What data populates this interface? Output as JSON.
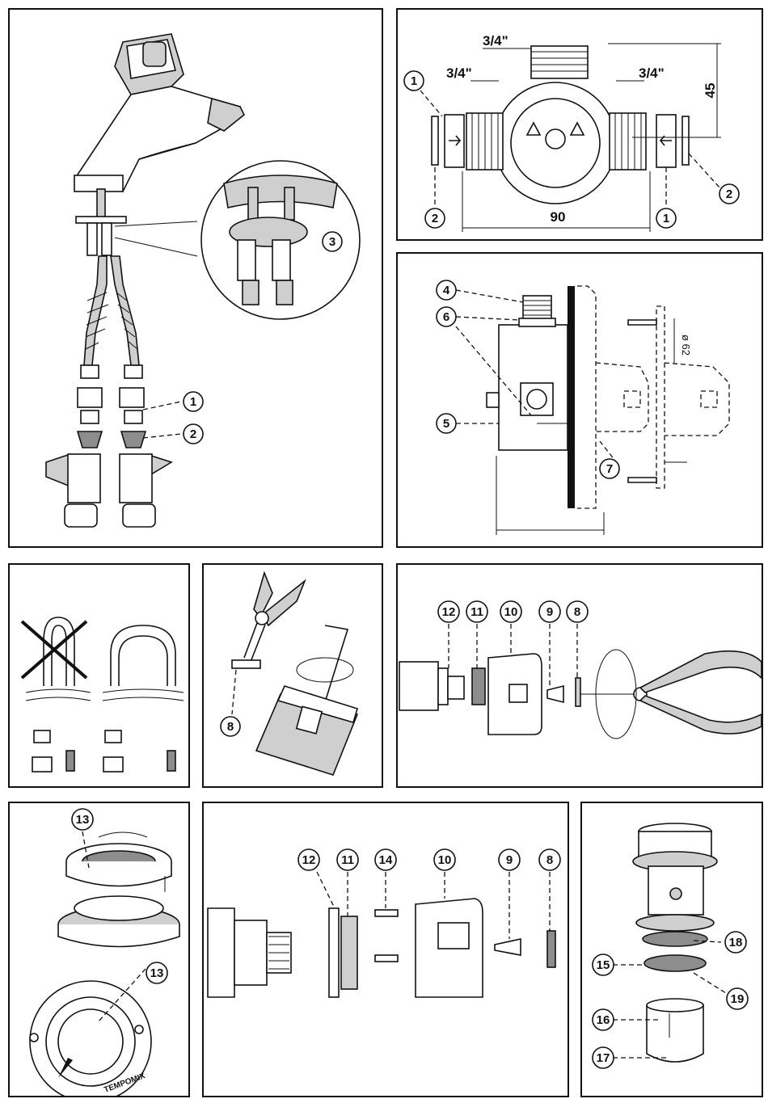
{
  "panels": {
    "tap_install": {
      "callouts": [
        "1",
        "2",
        "3"
      ]
    },
    "mixer_valve": {
      "dimensions": {
        "top_thread": "3/4\"",
        "left_thread": "3/4\"",
        "right_thread": "3/4\"",
        "height": "45",
        "width": "90"
      },
      "callouts": [
        "1",
        "2",
        "2",
        "1"
      ]
    },
    "wall_mount": {
      "callouts": [
        "4",
        "6",
        "5",
        "7"
      ],
      "diameter": "ø 62"
    },
    "hoses": {},
    "pliers": {
      "callouts": [
        "8"
      ]
    },
    "head_exploded": {
      "callouts": [
        "12",
        "11",
        "10",
        "9",
        "8"
      ]
    },
    "adjust_ring": {
      "callouts": [
        "13",
        "13"
      ],
      "brand": "TEMPOMIX"
    },
    "full_exploded": {
      "callouts": [
        "12",
        "11",
        "14",
        "10",
        "9",
        "8"
      ]
    },
    "cartridge": {
      "callouts": [
        "18",
        "15",
        "19",
        "16",
        "17"
      ]
    }
  },
  "colors": {
    "line": "#111111",
    "fill_light": "#cfcfcf",
    "fill_dark": "#8d8d8d",
    "background": "#ffffff"
  }
}
